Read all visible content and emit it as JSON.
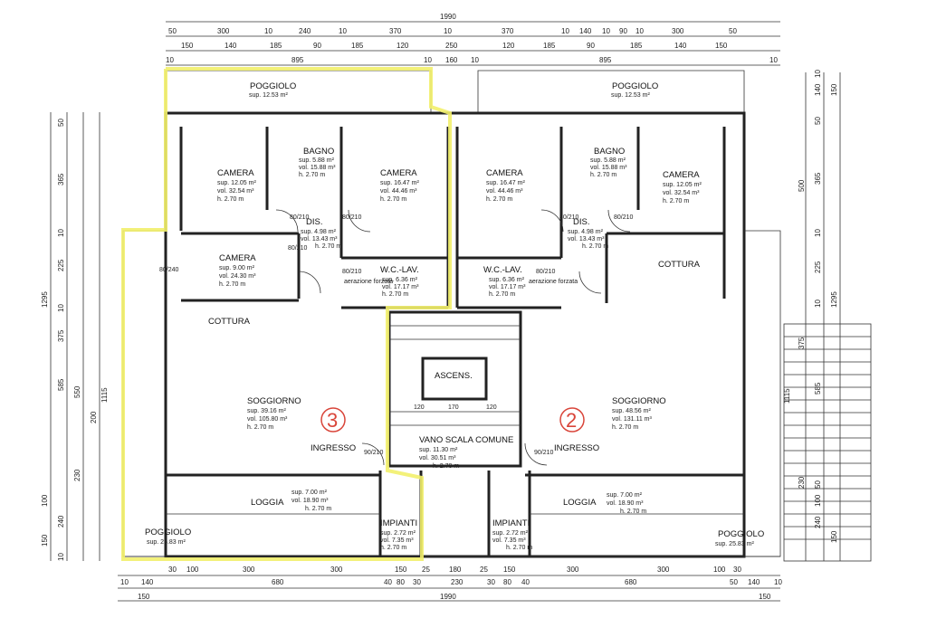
{
  "colors": {
    "highlight": "#f2ef6c",
    "unit_mark": "#d9453a",
    "wall": "#222222"
  },
  "top_dims": {
    "overall": "1990",
    "row1": [
      "50",
      "300",
      "10",
      "240",
      "10",
      "370",
      "10",
      "370",
      "10",
      "140",
      "10",
      "90",
      "10",
      "300",
      "50"
    ],
    "row2": [
      "150",
      "140",
      "185",
      "90",
      "185",
      "120",
      "250",
      "120",
      "185",
      "90",
      "185",
      "140",
      "150"
    ],
    "row3": [
      "10",
      "895",
      "10",
      "160",
      "10",
      "895",
      "10"
    ]
  },
  "bottom_dims": {
    "overall": "1990",
    "row1": [
      "30",
      "100",
      "300",
      "300",
      "150",
      "25",
      "180",
      "25",
      "150",
      "300",
      "300",
      "100",
      "30"
    ],
    "row2": [
      "10",
      "140",
      "680",
      "40",
      "80",
      "30",
      "230",
      "30",
      "80",
      "40",
      "680",
      "50",
      "140",
      "10"
    ],
    "row3": [
      "150",
      "150"
    ]
  },
  "left_dims": [
    "1295",
    "1115",
    "50",
    "365",
    "10",
    "225",
    "10",
    "375",
    "585",
    "550",
    "200",
    "230",
    "100",
    "240",
    "150",
    "10"
  ],
  "right_dims": [
    "10",
    "140",
    "150",
    "50",
    "365",
    "500",
    "10",
    "225",
    "10",
    "1295",
    "375",
    "585",
    "1115",
    "230",
    "50",
    "100",
    "240",
    "150"
  ],
  "unit_labels": {
    "left": "3",
    "right": "2"
  },
  "rooms": {
    "poggiolo_top_left": {
      "name": "POGGIOLO",
      "sup": "sup. 12.53 m²"
    },
    "poggiolo_top_right": {
      "name": "POGGIOLO",
      "sup": "sup. 12.53 m²"
    },
    "camera_l1": {
      "name": "CAMERA",
      "sup": "sup. 12.05 m²",
      "vol": "vol. 32.54 m³",
      "h": "h. 2.70 m"
    },
    "bagno_l": {
      "name": "BAGNO",
      "sup": "sup. 5.88 m²",
      "vol": "vol. 15.88 m³",
      "h": "h. 2.70 m"
    },
    "camera_l2": {
      "name": "CAMERA",
      "sup": "sup. 16.47 m²",
      "vol": "vol. 44.46 m³",
      "h": "h. 2.70 m"
    },
    "camera_r2": {
      "name": "CAMERA",
      "sup": "sup. 16.47 m²",
      "vol": "vol. 44.46 m³",
      "h": "h. 2.70 m"
    },
    "bagno_r": {
      "name": "BAGNO",
      "sup": "sup. 5.88 m²",
      "vol": "vol. 15.88 m³",
      "h": "h. 2.70 m"
    },
    "camera_r1": {
      "name": "CAMERA",
      "sup": "sup. 12.05 m²",
      "vol": "vol. 32.54 m³",
      "h": "h. 2.70 m"
    },
    "dis_l": {
      "name": "DIS.",
      "sup": "sup. 4.98 m²",
      "vol": "vol. 13.43 m³",
      "h": "h. 2.70 m"
    },
    "dis_r": {
      "name": "DIS.",
      "sup": "sup. 4.98 m²",
      "vol": "vol. 13.43 m³",
      "h": "h. 2.70 m"
    },
    "camera_l3": {
      "name": "CAMERA",
      "sup": "sup. 9.00 m²",
      "vol": "vol. 24.30 m³",
      "h": "h. 2.70 m"
    },
    "wc_l": {
      "name": "W.C.-LAV.",
      "sup": "sup. 6.36 m²",
      "vol": "vol. 17.17 m³",
      "h": "h. 2.70 m"
    },
    "wc_r": {
      "name": "W.C.-LAV.",
      "sup": "sup. 6.36 m²",
      "vol": "vol. 17.17 m³",
      "h": "h. 2.70 m"
    },
    "cottura_l": {
      "name": "COTTURA"
    },
    "cottura_r": {
      "name": "COTTURA"
    },
    "soggiorno_l": {
      "name": "SOGGIORNO",
      "sup": "sup. 39.16 m²",
      "vol": "vol. 105.80 m³",
      "h": "h. 2.70 m"
    },
    "soggiorno_r": {
      "name": "SOGGIORNO",
      "sup": "sup. 48.56 m²",
      "vol": "vol. 131.11 m³",
      "h": "h. 2.70 m"
    },
    "ascens": {
      "name": "ASCENS."
    },
    "vano_scala": {
      "name": "VANO SCALA COMUNE",
      "sup": "sup. 11.30 m²",
      "vol": "vol. 30.51 m³",
      "h": "h. 2.70 m"
    },
    "ingresso_l": {
      "name": "INGRESSO"
    },
    "ingresso_r": {
      "name": "INGRESSO"
    },
    "loggia_l": {
      "name": "LOGGIA",
      "sup": "sup. 7.00 m²",
      "vol": "vol. 18.90 m³",
      "h": "h. 2.70 m"
    },
    "loggia_r": {
      "name": "LOGGIA",
      "sup": "sup. 7.00 m²",
      "vol": "vol. 18.90 m³",
      "h": "h. 2.70 m"
    },
    "impianti_l": {
      "name": "IMPIANTI",
      "sup": "sup. 2.72 m²",
      "vol": "vol. 7.35 m³",
      "h": "h. 2.70 m"
    },
    "impianti_r": {
      "name": "IMPIANTI",
      "sup": "sup. 2.72 m²",
      "vol": "vol. 7.35 m³",
      "h": "h. 2.70 m"
    },
    "poggiolo_bottom_left": {
      "name": "POGGIOLO",
      "sup": "sup. 25.83 m²"
    },
    "poggiolo_bottom_right": {
      "name": "POGGIOLO",
      "sup": "sup. 25.83 m²"
    }
  },
  "stair_dims": {
    "left": "120",
    "mid": "170",
    "right": "120"
  },
  "door_labels": [
    "80/210",
    "80/210",
    "80/210",
    "80/210",
    "80/240",
    "80/210",
    "90/210",
    "90/210",
    "80/210",
    "80/210"
  ],
  "aerazione": "aerazione forzata"
}
